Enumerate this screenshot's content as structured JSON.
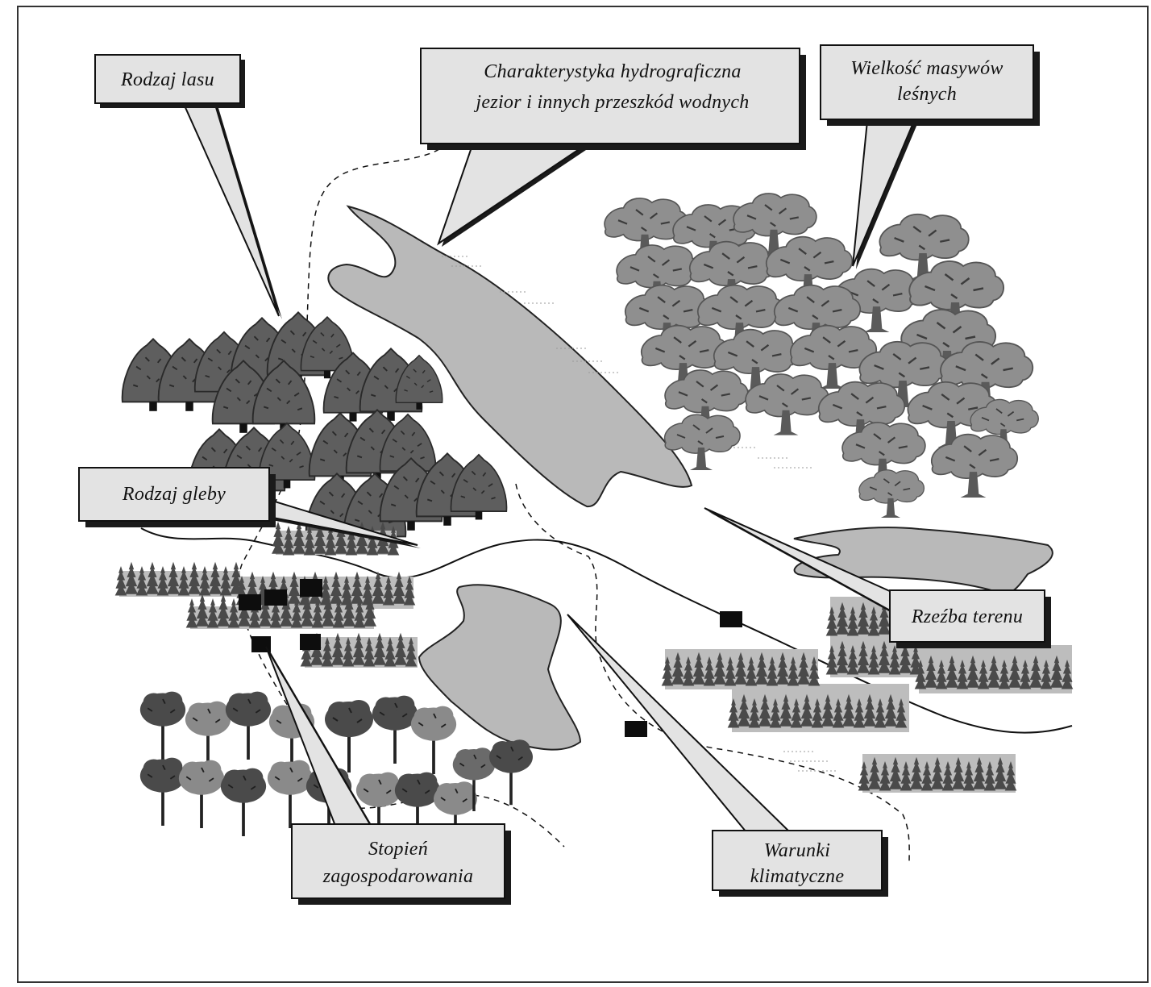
{
  "labels": {
    "forest_type": "Rodzaj lasu",
    "hydro_line1": "Charakterystyka hydrograficzna",
    "hydro_line2": "jezior i innych przeszkód wodnych",
    "forest_size_line1": "Wielkość masywów",
    "forest_size_line2": "leśnych",
    "soil_type": "Rodzaj gleby",
    "terrain": "Rzeźba terenu",
    "development_line1": "Stopień",
    "development_line2": "zagospodarowania",
    "climate_line1": "Warunki",
    "climate_line2": "klimatyczne"
  },
  "colors": {
    "frame": "#333333",
    "callout_fill": "#e3e3e3",
    "callout_shadow": "#1a1a1a",
    "water": "#b9b9b9",
    "deciduous_dark": "#5e5e5e",
    "deciduous_light": "#979797",
    "oak_canopy": "#8f8f8f",
    "conifer": "#4a4a4a",
    "conifer_ground": "#bdbdbd",
    "building": "#0d0d0d"
  },
  "icons": [
    "deciduous-tree-icon",
    "conifer-tree-icon",
    "broadleaf-tree-icon",
    "oak-tree-icon",
    "building-icon"
  ]
}
